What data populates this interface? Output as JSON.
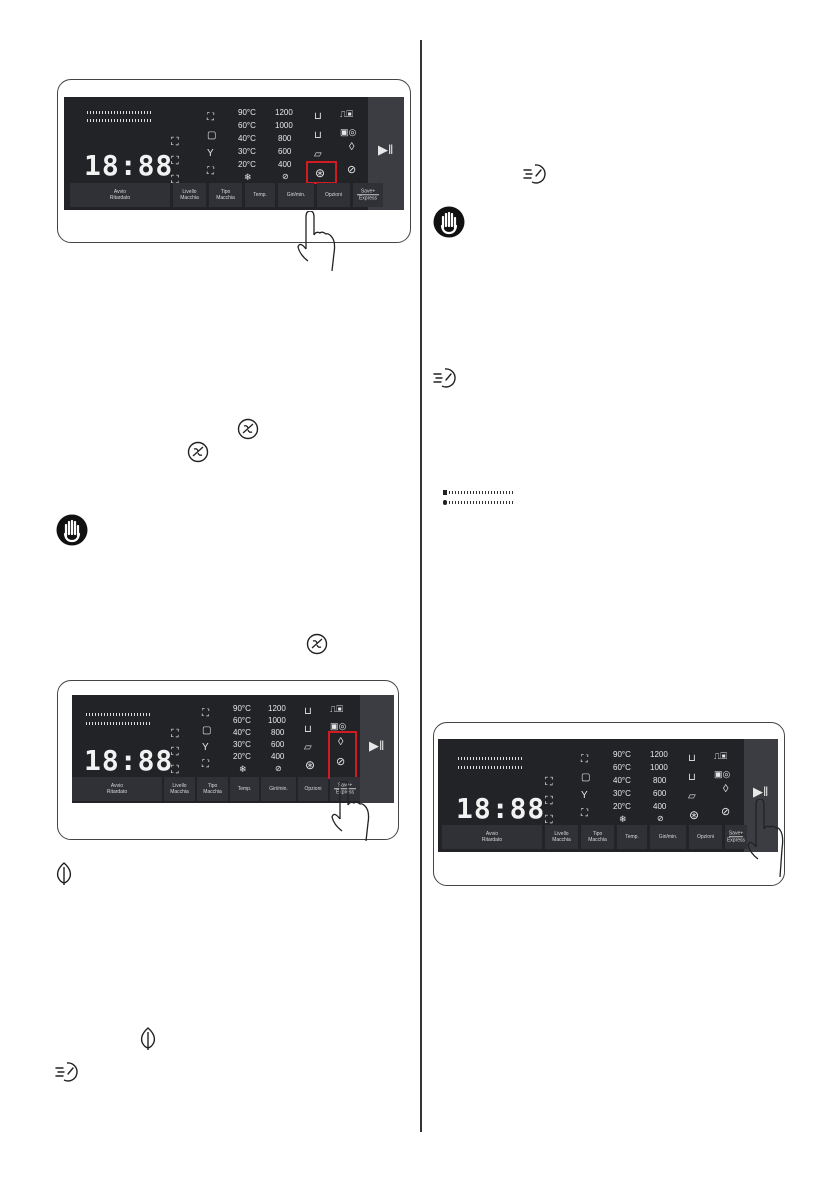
{
  "panel": {
    "display": "18:88",
    "temps": [
      "90°C",
      "60°C",
      "40°C",
      "30°C",
      "20°C"
    ],
    "speeds": [
      "1200",
      "1000",
      "800",
      "600",
      "400"
    ],
    "buttons": {
      "delay_line1": "Avvio",
      "delay_line2": "Ritardato",
      "stain_level_line1": "Livello",
      "stain_level_line2": "Macchia",
      "stain_type_line1": "Tipo",
      "stain_type_line2": "Macchia",
      "temp": "Temp.",
      "spin": "Giri/min.",
      "options": "Opzioni",
      "save_line1": "Save+",
      "save_line2": "Express"
    }
  },
  "icons": {
    "eco": "leaf-icon",
    "express": "express-icon",
    "warning": "hand-stop-icon",
    "spin_option": "spin-option-icon"
  },
  "colors": {
    "panel": "#222327",
    "highlight": "#d11a22"
  }
}
